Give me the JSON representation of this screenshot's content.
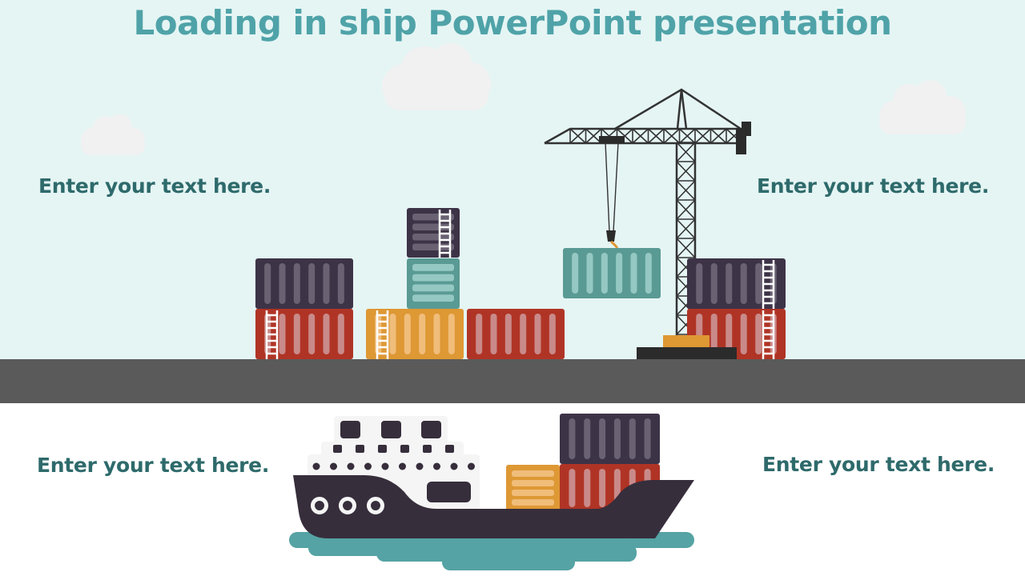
{
  "slide": {
    "title": "Loading in ship PowerPoint presentation",
    "text_top_left": "Enter your text here.",
    "text_top_right": "Enter your text here.",
    "text_bottom_left": "Enter your text here.",
    "text_bottom_right": "Enter your text here."
  },
  "colors": {
    "sky": "#e5f5f4",
    "ground": "#5a5a5a",
    "title": "#4fa3a8",
    "label": "#2e6a6b",
    "dark_container": "#3d3347",
    "red_container": "#b03425",
    "orange_container": "#de9834",
    "teal_container": "#5a9a94",
    "ship_hull": "#372e3c",
    "water": "#55a3a4"
  }
}
